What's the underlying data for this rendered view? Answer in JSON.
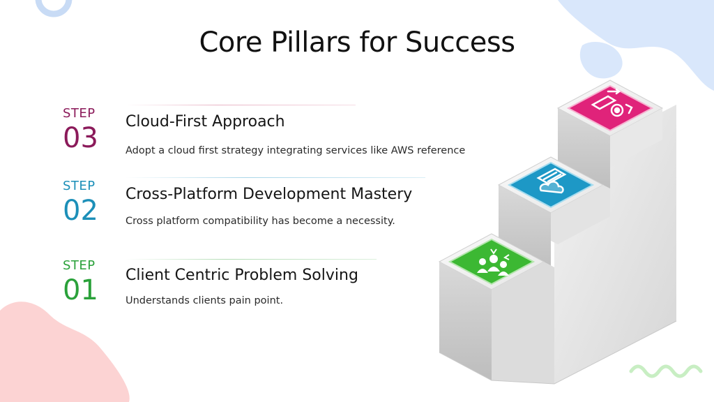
{
  "slide": {
    "title": "Core Pillars for Success"
  },
  "steps": [
    {
      "label": "STEP",
      "number": "03",
      "title": "Cloud-First Approach",
      "description": "Adopt a cloud first strategy integrating services like AWS reference",
      "color": "#8b1a5a",
      "line_color": "#e8b3c4"
    },
    {
      "label": "STEP",
      "number": "02",
      "title": "Cross-Platform Development Mastery",
      "description": "Cross platform compatibility has become a necessity.",
      "color": "#1c8fb8",
      "line_color": "#a9d6e8"
    },
    {
      "label": "STEP",
      "number": "01",
      "title": "Client Centric Problem Solving",
      "description": "Understands clients pain point.",
      "color": "#2aa13a",
      "line_color": "#b2dcb4"
    }
  ],
  "illustration": {
    "top_tile_color": "#e0237a",
    "middle_tile_color": "#1d98c6",
    "bottom_tile_color": "#3cb833",
    "icons": [
      "settings-transfer-icon",
      "cloud-server-icon",
      "user-group-icon"
    ]
  }
}
